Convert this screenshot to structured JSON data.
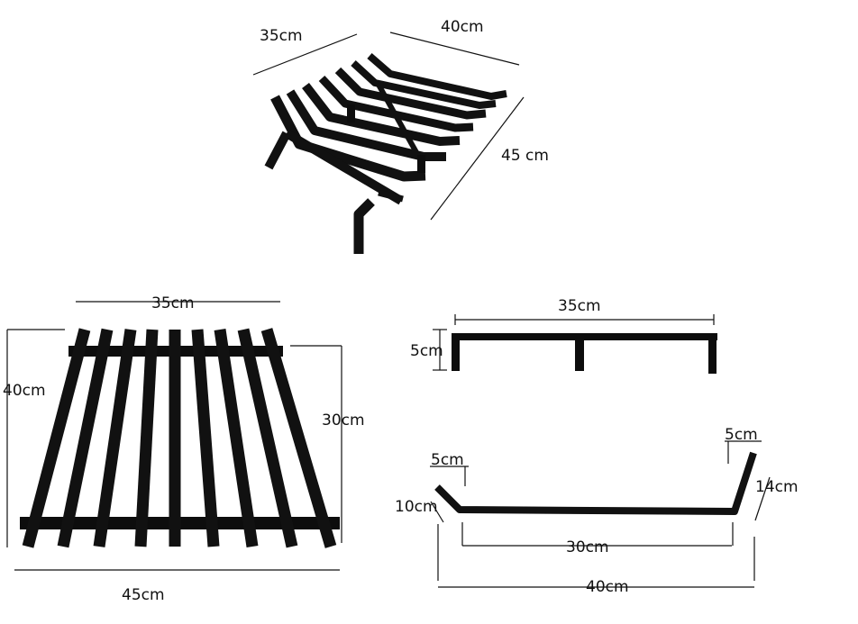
{
  "colors": {
    "ink": "#111111",
    "steel": "#0d0d0d",
    "background": "#ffffff"
  },
  "perspective_view": {
    "back_width": "35cm",
    "side_depth": "40cm",
    "front_depth": "45 cm"
  },
  "top_view": {
    "back_width": "35cm",
    "left_depth": "40cm",
    "right_depth": "30cm",
    "front_width": "45cm",
    "bar_count": 9
  },
  "side_view": {
    "width": "35cm",
    "height": "5cm"
  },
  "profile_view": {
    "left_rise": "5cm",
    "left_leg": "10cm",
    "right_rise": "5cm",
    "right_leg": "14cm",
    "bottom_length": "30cm",
    "overall_length": "40cm"
  }
}
